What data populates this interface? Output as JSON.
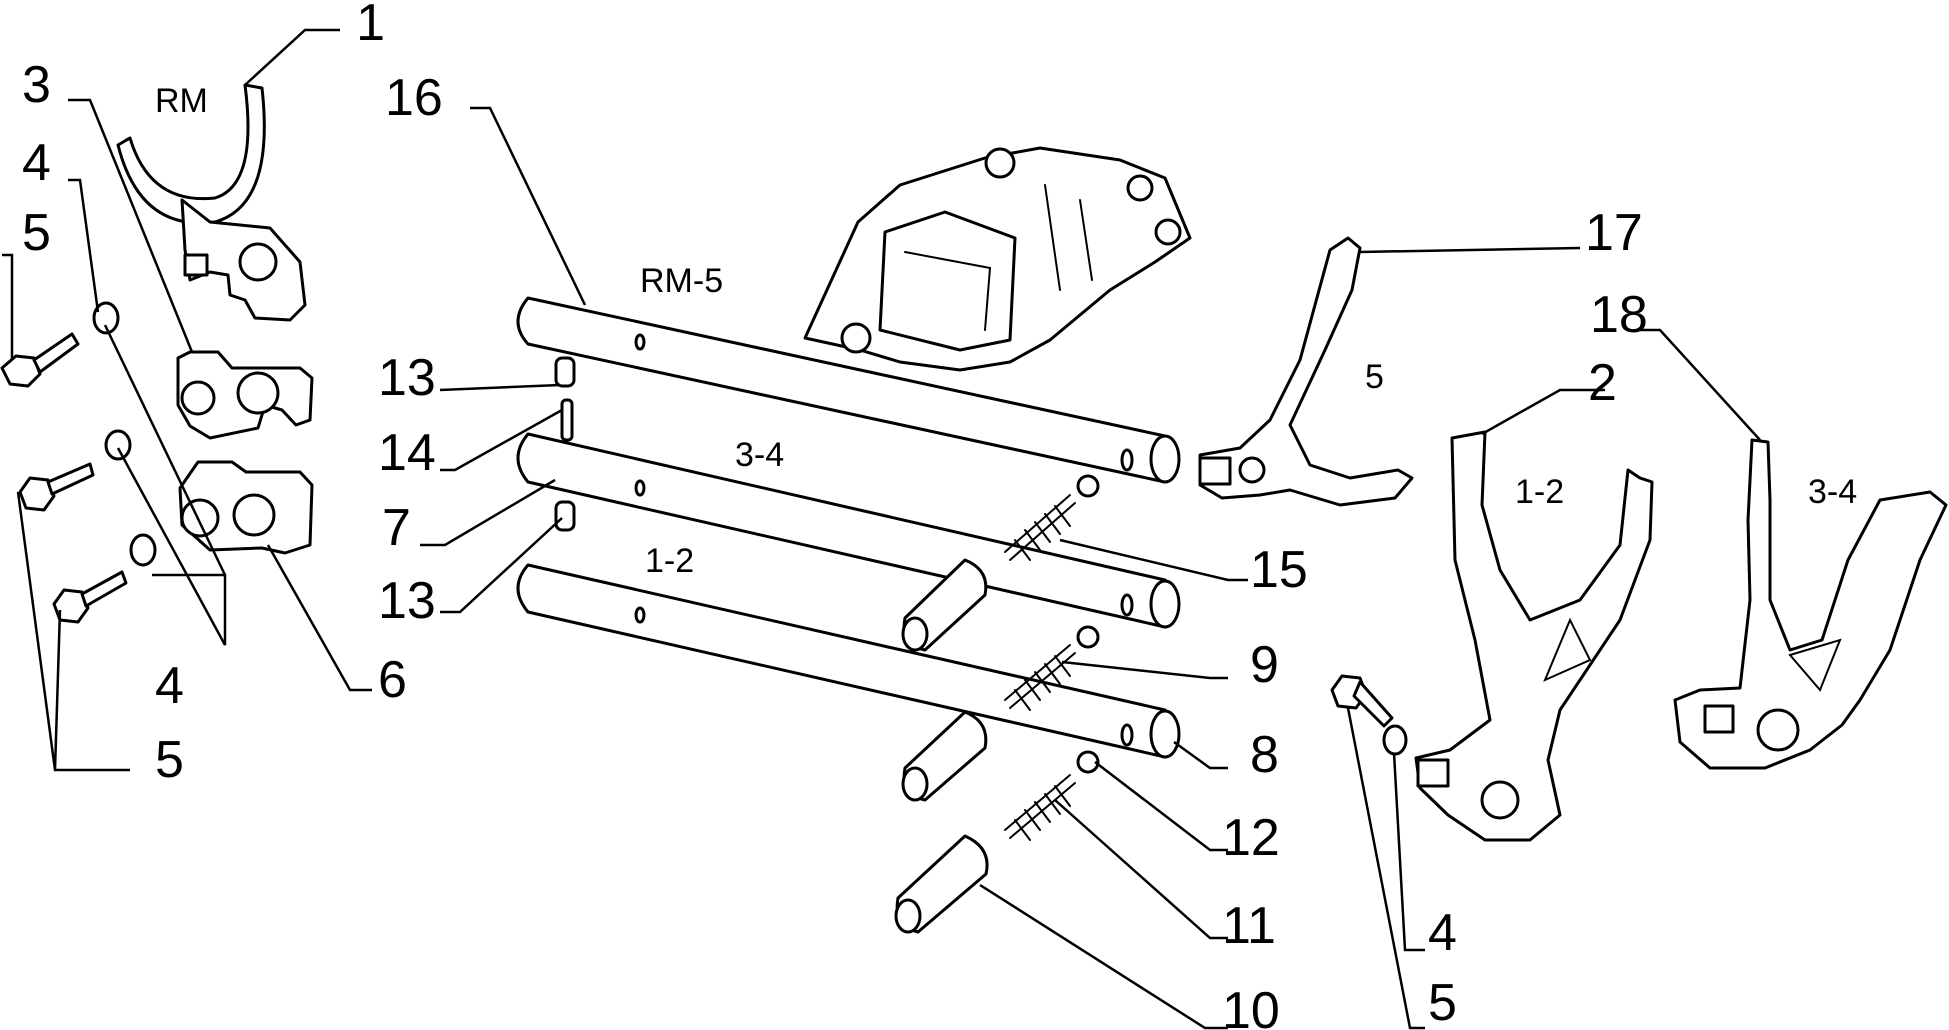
{
  "diagram": {
    "callouts": {
      "c1": "1",
      "c2": "2",
      "c3": "3",
      "c4a": "4",
      "c4b": "4",
      "c4c": "4",
      "c5a": "5",
      "c5b": "5",
      "c5c": "5",
      "c6": "6",
      "c7": "7",
      "c8": "8",
      "c9": "9",
      "c10": "10",
      "c11": "11",
      "c12": "12",
      "c13a": "13",
      "c13b": "13",
      "c14": "14",
      "c15": "15",
      "c16": "16",
      "c17": "17",
      "c18": "18"
    },
    "labels": {
      "rm": "RM",
      "rm5": "RM-5",
      "r34": "3-4",
      "r12": "1-2",
      "fork5": "5",
      "fork12": "1-2",
      "fork34": "3-4"
    }
  }
}
